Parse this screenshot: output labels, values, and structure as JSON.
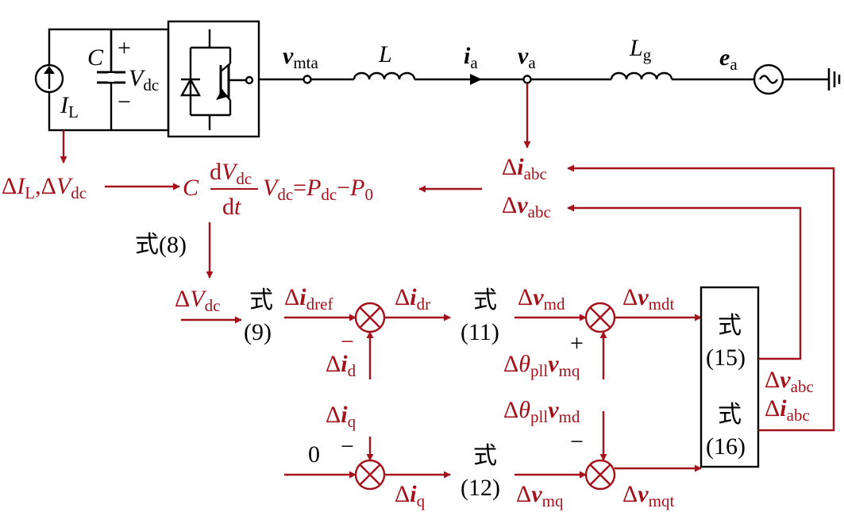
{
  "colors": {
    "circuit": "#000000",
    "control": "#a3111b",
    "background": "#ffffff"
  },
  "circuit": {
    "current_source": {
      "I": "I",
      "L_sub": "L"
    },
    "capacitor": {
      "C": "C",
      "plus": "+",
      "minus": "−",
      "V": "V",
      "V_sub": "dc"
    },
    "node_mta": {
      "v": "v",
      "sub": "mta"
    },
    "inductor": {
      "L": "L"
    },
    "current": {
      "i": "i",
      "sub": "a"
    },
    "node_a": {
      "v": "v",
      "sub": "a"
    },
    "grid_inductor": {
      "L": "L",
      "sub": "g"
    },
    "grid_source": {
      "e": "e",
      "sub": "a"
    }
  },
  "control": {
    "input_left": {
      "d1": "Δ",
      "I": "I",
      "I_sub": "L",
      "comma": ",",
      "d2": "Δ",
      "V": "V",
      "V_sub": "dc"
    },
    "dc_equation": {
      "C": "C",
      "num_d": "d",
      "num_V": "V",
      "num_sub": "dc",
      "den_d": "d",
      "den_t": "t",
      "V": "V",
      "V_sub": "dc",
      "eq": "=",
      "P1": "P",
      "P1_sub": "dc",
      "minus": "−",
      "P2": "P",
      "P2_sub": "0"
    },
    "delta_i_abc": {
      "d": "Δ",
      "i": "i",
      "sub": "abc"
    },
    "delta_v_abc": {
      "d": "Δ",
      "v": "v",
      "sub": "abc"
    },
    "eq8_label": "式(8)",
    "delta_vdc": {
      "d": "Δ",
      "V": "V",
      "sub": "dc"
    },
    "block9": {
      "top": "式",
      "bottom": "(9)"
    },
    "idref": {
      "d": "Δ",
      "i": "i",
      "sub": "dref"
    },
    "id": {
      "sign": "−",
      "d": "Δ",
      "i": "i",
      "sub": "d"
    },
    "idr": {
      "d": "Δ",
      "i": "i",
      "sub": "dr"
    },
    "block11": {
      "top": "式",
      "bottom": "(11)"
    },
    "vmd": {
      "d": "Δ",
      "v": "v",
      "sub": "md"
    },
    "theta_vmq": {
      "sign": "+",
      "d": "Δ",
      "theta": "θ",
      "theta_sub": "pll",
      "v": "v",
      "v_sub": "mq"
    },
    "vmdt": {
      "d": "Δ",
      "v": "v",
      "sub": "mdt"
    },
    "block15": {
      "top": "式",
      "bottom": "(15)"
    },
    "block16": {
      "top": "式",
      "bottom": "(16)"
    },
    "out_v_abc": {
      "d": "Δ",
      "v": "v",
      "sub": "abc"
    },
    "out_i_abc": {
      "d": "Δ",
      "i": "i",
      "sub": "abc"
    },
    "iq_top": {
      "d": "Δ",
      "i": "i",
      "sub": "q",
      "sign": "−"
    },
    "zero": "0",
    "iq_bottom": {
      "d": "Δ",
      "i": "i",
      "sub": "q"
    },
    "block12": {
      "top": "式",
      "bottom": "(12)"
    },
    "theta_vmd": {
      "d": "Δ",
      "theta": "θ",
      "theta_sub": "pll",
      "v": "v",
      "v_sub": "md",
      "sign": "−"
    },
    "vmq": {
      "d": "Δ",
      "v": "v",
      "sub": "mq"
    },
    "vmqt": {
      "d": "Δ",
      "v": "v",
      "sub": "mqt"
    }
  }
}
